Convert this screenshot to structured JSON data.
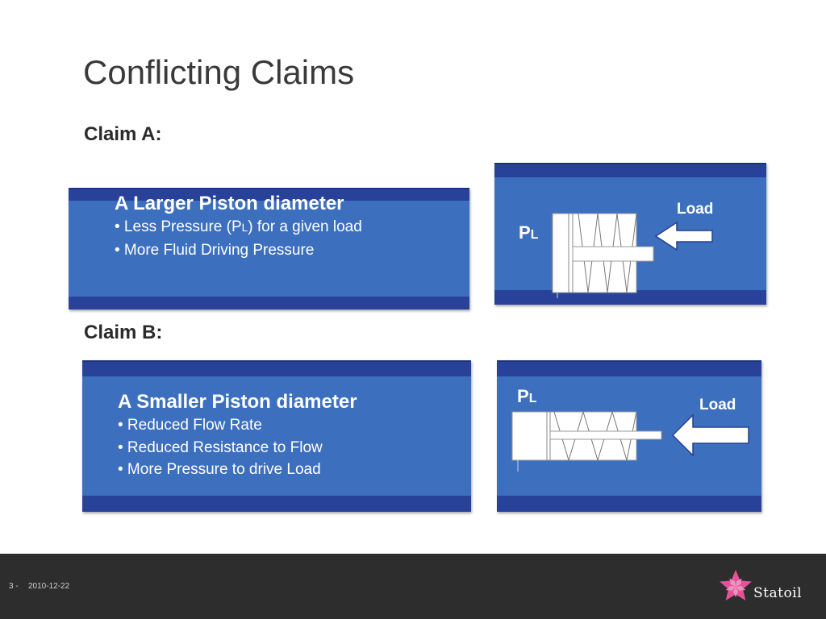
{
  "slide": {
    "title": "Conflicting Claims"
  },
  "claim_a": {
    "label": "Claim A:",
    "heading": "A Larger Piston diameter",
    "bullet1_pre": "• Less Pressure (P",
    "bullet1_sub": "L",
    "bullet1_post": ") for a given load",
    "bullet2": "• More Fluid Driving Pressure",
    "diagram": {
      "pl_main": "P",
      "pl_sub": "L",
      "load": "Load"
    }
  },
  "claim_b": {
    "label": "Claim B:",
    "heading": "A Smaller Piston diameter",
    "bullets": [
      "• Reduced Flow Rate",
      "• Reduced Resistance to Flow",
      "• More Pressure to drive Load"
    ],
    "diagram": {
      "pl_main": "P",
      "pl_sub": "L",
      "load": "Load"
    }
  },
  "footer": {
    "page_number": "3 -",
    "date": "2010-12-22",
    "brand": "Statoil",
    "brand_color": "#e9509b"
  },
  "colors": {
    "panel_blue": "#3d6fbf",
    "band_navy": "#28429a",
    "footer_bg": "#2d2d2d"
  }
}
